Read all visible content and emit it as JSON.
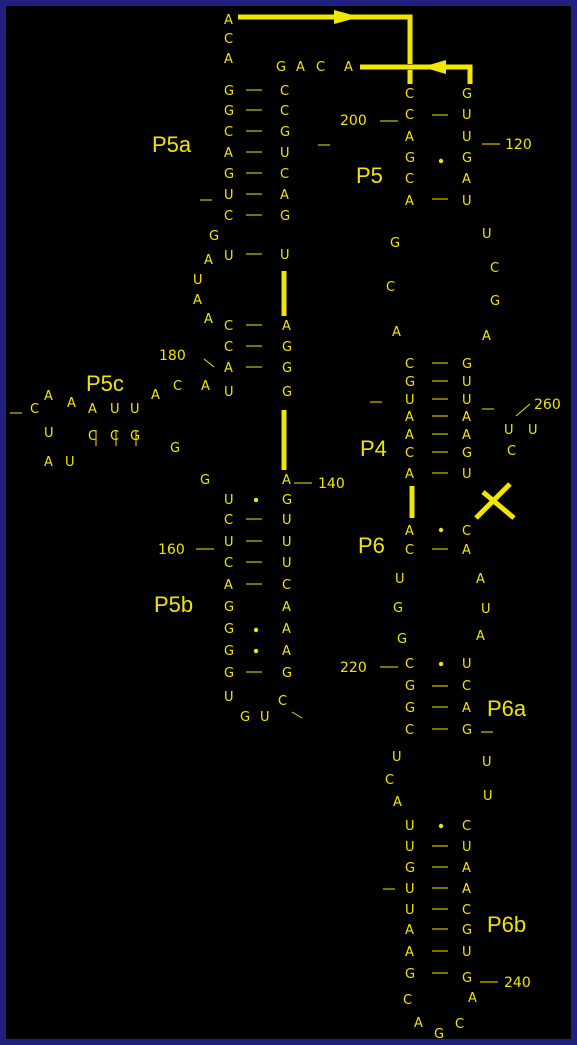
{
  "domains": {
    "p5a": "P5a",
    "p5": "P5",
    "p5c": "P5c",
    "p5b": "P5b",
    "p4": "P4",
    "p6": "P6",
    "p6a": "P6a",
    "p6b": "P6b"
  },
  "numbers": {
    "n120": "120",
    "n140": "140",
    "n160": "160",
    "n180": "180",
    "n200": "200",
    "n220": "220",
    "n240": "240",
    "n260": "260"
  },
  "nucleotides": [
    "A",
    "C",
    "A",
    "G",
    "G",
    "C",
    "A",
    "G",
    "U",
    "C",
    "G",
    "A",
    "U",
    "A",
    "A",
    "G",
    "A",
    "C",
    "A",
    "C",
    "C",
    "G",
    "U",
    "C",
    "A",
    "G",
    "U",
    "U",
    "C",
    "C",
    "A",
    "A",
    "G",
    "G",
    "G",
    "U",
    "A",
    "C",
    "A",
    "A",
    "U",
    "U",
    "C",
    "C",
    "G",
    "G",
    "U",
    "A",
    "G",
    "A",
    "G",
    "U",
    "U",
    "U",
    "C",
    "A",
    "A",
    "A",
    "G",
    "U",
    "C",
    "U",
    "C",
    "A",
    "G",
    "G",
    "G",
    "G",
    "U",
    "G",
    "U",
    "C",
    "C",
    "U",
    "A",
    "A",
    "C",
    "C",
    "A",
    "G",
    "C",
    "A",
    "G",
    "C",
    "A",
    "C",
    "G",
    "U",
    "A",
    "A",
    "C",
    "A",
    "A",
    "C",
    "U",
    "G",
    "G",
    "C",
    "G",
    "G",
    "C",
    "U",
    "C",
    "A",
    "U",
    "U",
    "G",
    "U",
    "U",
    "A",
    "A",
    "G",
    "C",
    "A",
    "G",
    "C",
    "A",
    "G",
    "G",
    "U",
    "U",
    "G",
    "A",
    "U",
    "U",
    "C",
    "G",
    "A",
    "G",
    "U",
    "U",
    "A",
    "A",
    "G",
    "U",
    "C",
    "A",
    "A",
    "U",
    "A",
    "U",
    "C",
    "A",
    "G",
    "U",
    "U",
    "C",
    "U",
    "A",
    "A",
    "C",
    "G",
    "U",
    "U",
    "C",
    "U"
  ]
}
